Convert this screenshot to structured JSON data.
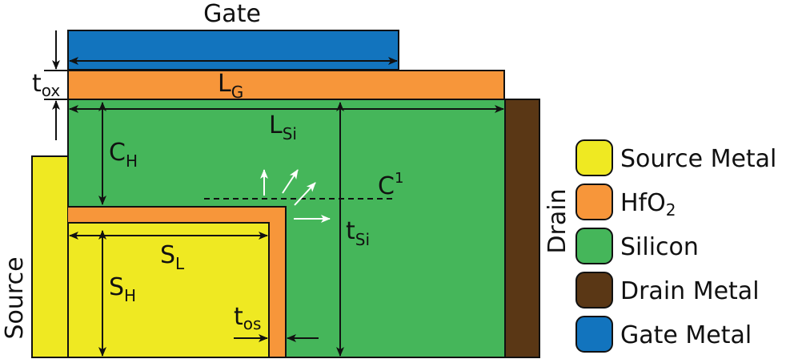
{
  "title": "Gate",
  "colors": {
    "source_metal": "#EFE922",
    "hfo2": "#F7963A",
    "silicon": "#45B65A",
    "drain_metal": "#5A3715",
    "gate_metal": "#1274BE",
    "outline": "#111111",
    "carrier_arrow": "#FFFFFF"
  },
  "regions": {
    "gate": "Gate",
    "source": "Source",
    "drain": "Drain"
  },
  "dimensions": {
    "tox": {
      "main": "t",
      "sub": "ox"
    },
    "lg": {
      "main": "L",
      "sub": "G"
    },
    "lsi": {
      "main": "L",
      "sub": "Si"
    },
    "ch": {
      "main": "C",
      "sub": "H"
    },
    "c1": {
      "main": "C",
      "sup": "1"
    },
    "tsi": {
      "main": "t",
      "sub": "Si"
    },
    "sl": {
      "main": "S",
      "sub": "L"
    },
    "sh": {
      "main": "S",
      "sub": "H"
    },
    "tos": {
      "main": "t",
      "sub": "os"
    }
  },
  "legend": [
    {
      "label": "Source Metal",
      "color": "#EFE922"
    },
    {
      "label": "HfO",
      "sub": "2",
      "color": "#F7963A"
    },
    {
      "label": "Silicon",
      "color": "#45B65A"
    },
    {
      "label": "Drain Metal",
      "color": "#5A3715"
    },
    {
      "label": "Gate Metal",
      "color": "#1274BE"
    }
  ]
}
